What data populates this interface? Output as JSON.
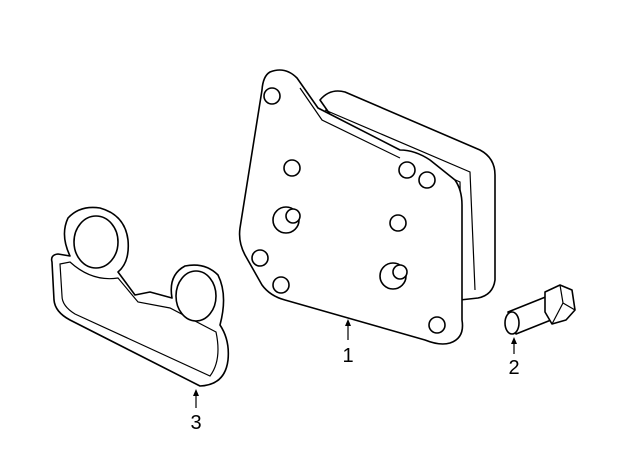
{
  "callouts": [
    {
      "id": "1",
      "label": "1",
      "part": "oil-cooler"
    },
    {
      "id": "2",
      "label": "2",
      "part": "bolt"
    },
    {
      "id": "3",
      "label": "3",
      "part": "gasket"
    }
  ]
}
